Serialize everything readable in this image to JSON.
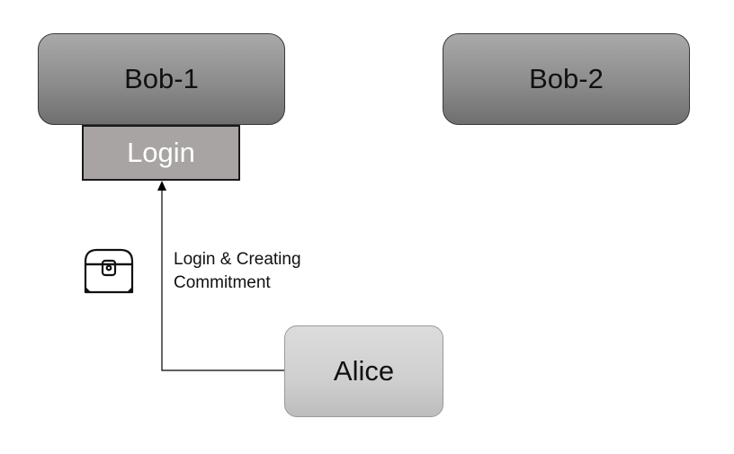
{
  "nodes": {
    "bob1": "Bob-1",
    "bob2": "Bob-2",
    "login": "Login",
    "alice": "Alice"
  },
  "edges": [
    {
      "from": "alice",
      "to": "login",
      "label_lines": [
        "Login & Creating",
        "Commitment"
      ]
    }
  ],
  "icons": {
    "chest": "treasure-chest-icon"
  },
  "colors": {
    "bob_fill": "#8c8c8c",
    "login_fill": "#a8a4a3",
    "alice_fill": "#cfcfcf",
    "line": "#000000"
  }
}
